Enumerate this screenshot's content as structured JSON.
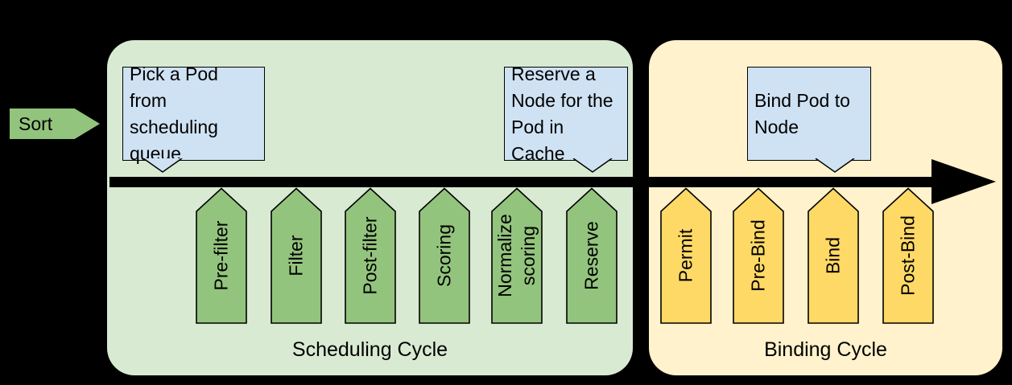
{
  "sort": {
    "label": "Sort"
  },
  "callouts": {
    "pick_pod": {
      "text": "Pick a Pod from scheduling queue"
    },
    "reserve_node": {
      "text": "Reserve a Node for the Pod in Cache"
    },
    "bind_pod": {
      "text": "Bind Pod to Node"
    }
  },
  "scheduling_cycle": {
    "label": "Scheduling Cycle",
    "steps": [
      "Pre-filter",
      "Filter",
      "Post-filter",
      "Scoring",
      "Normalize scoring",
      "Reserve"
    ]
  },
  "binding_cycle": {
    "label": "Binding Cycle",
    "steps": [
      "Permit",
      "Pre-Bind",
      "Bind",
      "Post-Bind"
    ]
  },
  "colors": {
    "background": "#000000",
    "scheduling_panel": "#d9ead3",
    "binding_panel": "#fff2cc",
    "scheduling_step": "#93c47d",
    "binding_step": "#ffd966",
    "callout": "#cfe2f3",
    "timeline_arrow": "#000000",
    "text": "#000000"
  }
}
